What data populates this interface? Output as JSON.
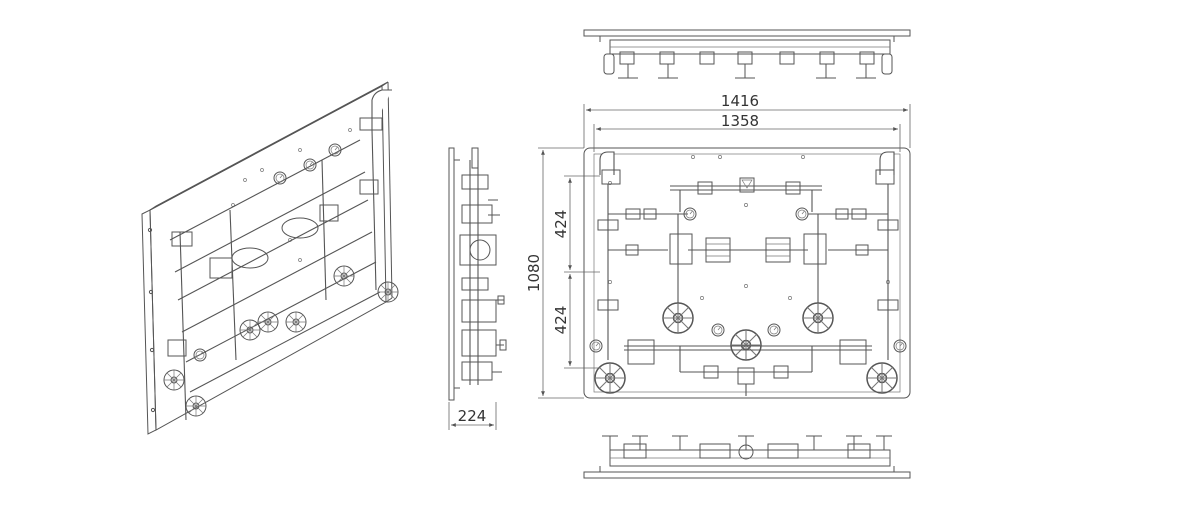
{
  "dimensions": {
    "overall_width": "1416",
    "frame_width": "1358",
    "height": "1080",
    "upper_spacing": "424",
    "lower_spacing": "424",
    "depth": "224"
  }
}
